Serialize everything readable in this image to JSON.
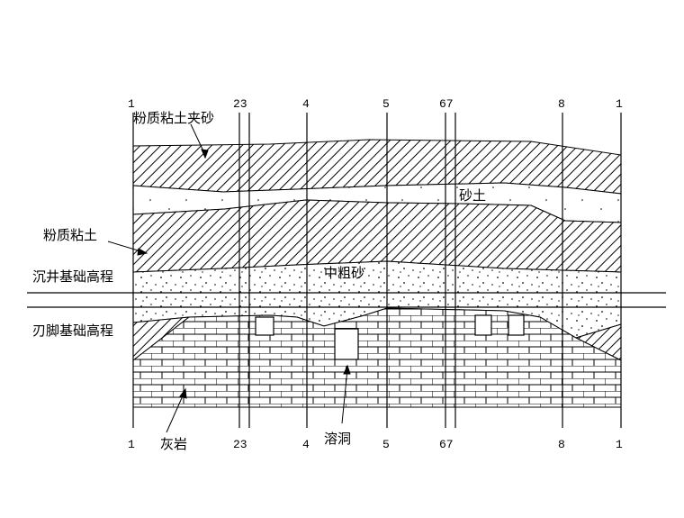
{
  "section_numbers_top": [
    "1",
    "23",
    "4",
    "5",
    "67",
    "8",
    "1"
  ],
  "section_numbers_bottom": [
    "1",
    "23",
    "4",
    "5",
    "67",
    "8",
    "1"
  ],
  "labels": {
    "silty_clay_with_sand": "粉质粘土夹砂",
    "silty_clay": "粉质粘土",
    "sand": "砂土",
    "medium_coarse_sand": "中粗砂",
    "caisson_foundation_elevation": "沉井基础高程",
    "cutting_edge_foundation_elevation": "刃脚基础高程",
    "limestone": "灰岩",
    "karst_cave": "溶洞"
  },
  "colors": {
    "line": "#000000",
    "fill_sand": "#ffffff"
  }
}
